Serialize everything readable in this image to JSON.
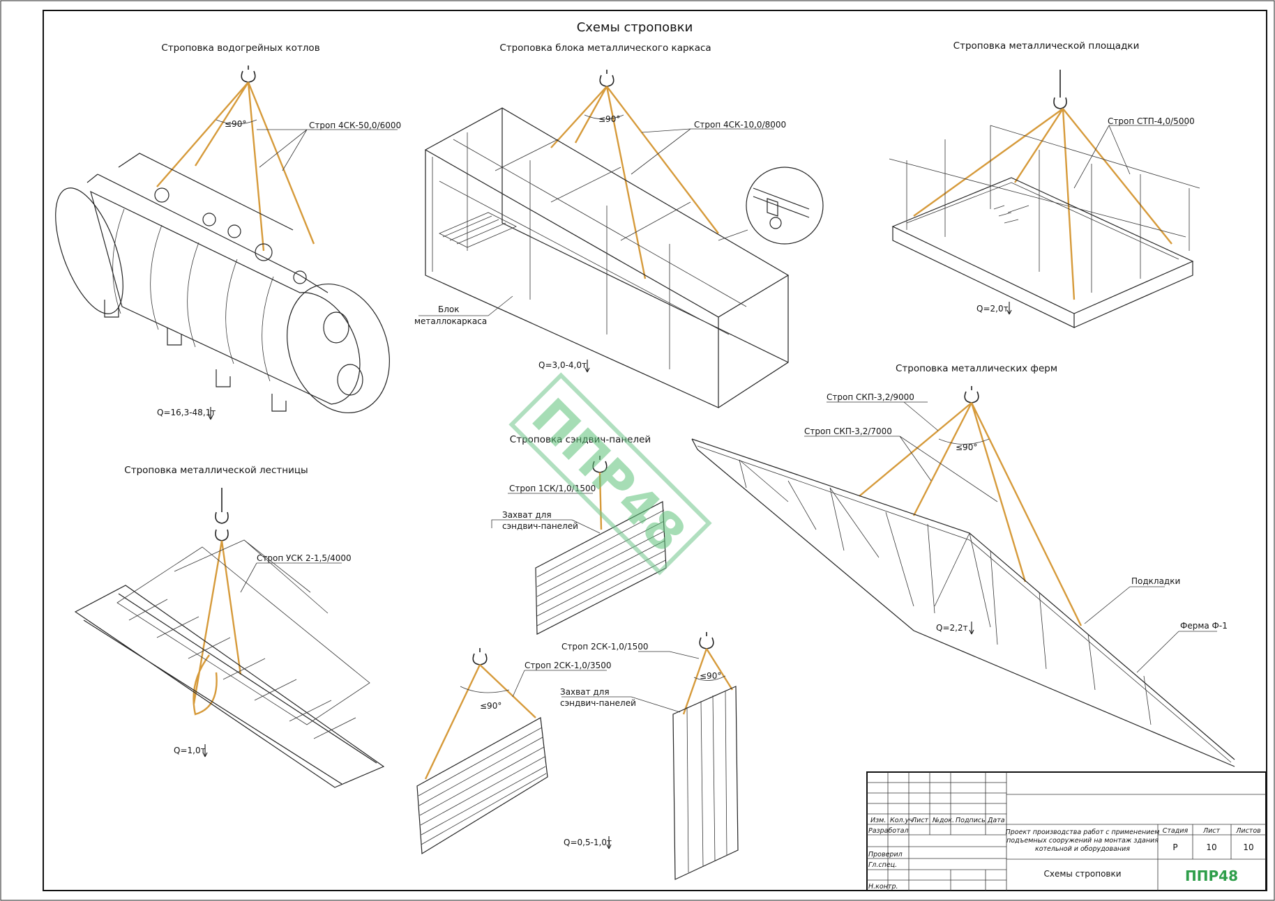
{
  "title": "Схемы строповки",
  "sections": {
    "boiler": {
      "title": "Строповка водогрейных котлов",
      "sling": "Строп 4СК-50,0/6000",
      "angle": "≤90°",
      "load": "Q=16,3-48,1т"
    },
    "frame": {
      "title": "Строповка блока металлического каркаса",
      "sling": "Строп 4СК-10,0/8000",
      "angle": "≤90°",
      "block_label_1": "Блок",
      "block_label_2": "металлокаркаса",
      "load": "Q=3,0-4,0т"
    },
    "platform": {
      "title": "Строповка металлической площадки",
      "sling": "Строп СТП-4,0/5000",
      "load": "Q=2,0т"
    },
    "truss": {
      "title": "Строповка металлических ферм",
      "sling_1": "Строп СКП-3,2/9000",
      "sling_2": "Строп СКП-3,2/7000",
      "angle": "≤90°",
      "pads": "Подкладки",
      "truss_label": "Ферма Ф-1",
      "load": "Q=2,2т"
    },
    "sandwich": {
      "title": "Строповка сэндвич-панелей",
      "sling_1": "Строп 1СК/1,0/1500",
      "grip_1": "Захват для",
      "grip_2": "сэндвич-панелей",
      "sling_2": "Строп 2СК-1,0/3500",
      "sling_3": "Строп 2СК-1,0/1500",
      "grip_b1": "Захват для",
      "grip_b2": "сэндвич-панелей",
      "angle_1": "≤90°",
      "angle_2": "≤90°",
      "load": "Q=0,5-1,0т"
    },
    "ladder": {
      "title": "Строповка металлической лестницы",
      "sling": "Строп УСК 2-1,5/4000",
      "load": "Q=1,0т"
    }
  },
  "watermark": "ППР48",
  "title_block": {
    "headers": [
      "Изм.",
      "Кол.уч",
      "Лист",
      "№док.",
      "Подпись",
      "Дата"
    ],
    "roles": [
      "Разработал",
      "Проверил",
      "Гл.спец.",
      "Н.контр."
    ],
    "project_line_1": "Проект производства работ с применением",
    "project_line_2": "подъемных сооружений на монтаж здания",
    "project_line_3": "котельной и оборудования",
    "stage_header": "Стадия",
    "sheet_header": "Лист",
    "sheets_header": "Листов",
    "stage": "Р",
    "sheet": "10",
    "sheets": "10",
    "drawing_name": "Схемы строповки",
    "logo": "ППР48"
  },
  "colors": {
    "sling": "#d69a3a",
    "logo": "#2e9e4a",
    "watermark": "#5ec27a"
  }
}
